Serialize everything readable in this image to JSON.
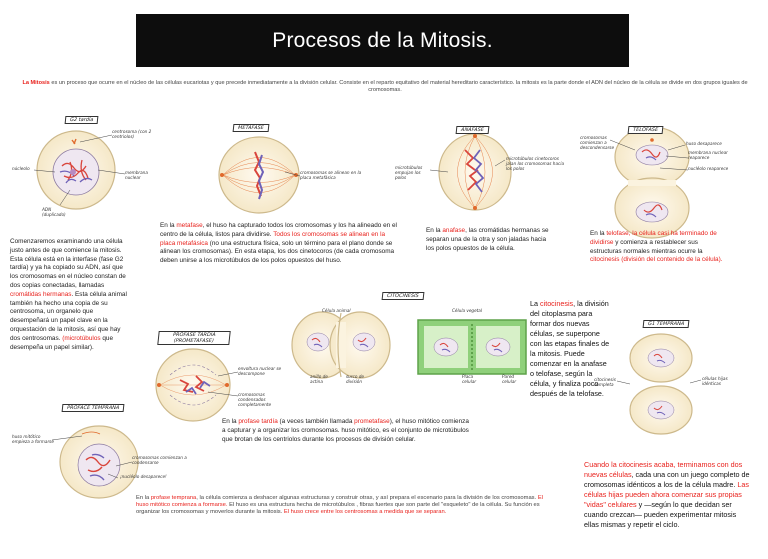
{
  "title": "Procesos de la Mitosis.",
  "intro": {
    "term": "La Mitosis",
    "rest": " es un proceso que ocurre en el núcleo de las células eucariotas y que precede inmediatamente a la división celular. Consiste en el reparto equitativo del material hereditario característico. la mitosis es la parte donde el ADN del núcleo de la célula se divide en dos grupos iguales de cromosomas."
  },
  "diagrams": {
    "g2": {
      "tag": "G2 tardía",
      "labels": [
        "centrosoma (con 2 centriolos)",
        "núcleolo",
        "membrana nuclear",
        "ADN (duplicado)"
      ]
    },
    "metafase": {
      "tag": "METAFASE",
      "labels": [
        "cromosomas se alinean en la placa metafásica"
      ]
    },
    "anafase": {
      "tag": "ANAFASE",
      "labels": [
        "microtúbulos empujan los polos",
        "microtúbulos cinetocoros jalan los cromosomas hacia los polos"
      ]
    },
    "telofase": {
      "tag": "TELOFASE",
      "labels": [
        "cromosomas comienzan a descondensarse",
        "huso desaparece",
        "membrana nuclear reaparece",
        "nucléolo reaparece"
      ]
    },
    "citocinesis": {
      "tag": "CITOCINESIS",
      "labels": [
        "Célula animal",
        "Célula vegetal",
        "anillo de actina",
        "surco de división",
        "Placa celular",
        "Pared celular"
      ]
    },
    "g1": {
      "tag": "G1 TEMPRANA",
      "labels": [
        "citocinesis completa",
        "células hijas idénticas"
      ]
    },
    "profase_tardia": {
      "tag": "PROFASE TARDÍA (PROMETAFASE)",
      "labels": [
        "envoltura nuclear se descompone",
        "cromosomas condensados completamente"
      ]
    },
    "profase_temprana": {
      "tag": "PROFACE TEMPRANA",
      "labels": [
        "huso mitótico empieza a formarse",
        "cromosomas comienzan a condensarse",
        "¡nucléolo desaparece!"
      ]
    }
  },
  "texts": {
    "g2": "Comenzaremos examinando una célula justo antes de que comience la mitosis. Esta célula está en la interfase (fase G2 tardía) y ya ha copiado su ADN, así que los cromosomas en el núcleo constan de dos copias conectadas, llamadas ",
    "g2_red": "cromátidas hermanas",
    "g2_rest": ". Esta célula animal también ha hecho una copia de su centrosoma, un organelo que desempeñará un papel clave en la orquestación de la mitosis, así que hay dos centrosomas. ",
    "g2_red2": "(microtúbulos",
    "g2_end": " que desempeña un papel similar).",
    "metafase_a": "En la ",
    "metafase_red": "metafase",
    "metafase_b": ", el huso ha capturado todos los cromosomas y los ha alineado en el centro de la célula, listos para dividirse.",
    "metafase_red2": "Todos los cromosomas se alinean en la placa metafásica",
    "metafase_c": " (no una estructura física, solo un término para el plano donde se alinean los cromosomas). En esta etapa, los dos cinetocoros (de cada cromosoma deben unirse a los microtúbulos de los polos opuestos del huso.",
    "anafase_a": "En la ",
    "anafase_red": "anafase",
    "anafase_b": ", las cromátidas hermanas se separan una de la otra y son jaladas hacia los polos opuestos de la célula.",
    "telofase_a": "En la ",
    "telofase_red": "telofase, la célula casi ha terminado de dividirse",
    "telofase_b": " y comienza a restablecer sus estructuras normales mientras ocurre la ",
    "telofase_red2": "citocinesis (división del contenido de la célula).",
    "cito_a": "La ",
    "cito_red": "citocinesis",
    "cito_b": ", la división del citoplasma para formar dos nuevas células, se superpone con las etapas finales de la mitosis. Puede comenzar en la anafase o telofase, según la célula, y finaliza poco después de la telofase.",
    "prometafase_a": "En la ",
    "prometafase_red": "profase tardía",
    "prometafase_b": " (a veces también llamada ",
    "prometafase_red2": "prometafase",
    "prometafase_c": "), el huso mitótico comienza a capturar y a organizar los cromosomas. huso mitótico, es el conjunto de microtúbulos que brotan de los centriolos durante los procesos de división celular.",
    "g1_red": "Cuando la citocinesis acaba, terminamos con dos nuevas células",
    "g1_b": ", cada una con un juego completo de cromosomas idénticos a los de la célula madre. ",
    "g1_red2": "Las células hijas pueden ahora comenzar sus propias \"vidas\" celulares",
    "g1_c": " y —según lo que decidan ser cuando crezcan— pueden experimentar mitosis ellas mismas y repetir el ciclo.",
    "profase_a": "En la ",
    "profase_red": "profase temprana",
    "profase_b": ", la célula comienza a deshacer algunas estructuras y construir otras, y así prepara el escenario para la división de los cromosomas. ",
    "profase_red2": "El huso mitótico comienza a formarse.",
    "profase_c": " El huso es una estructura hecha de microtúbulos , fibras fuertes que son parte del \"esqueleto\" de la célula. Su función es organizar los cromosomas y moverlos durante la mitosis. ",
    "profase_red3": "El huso crece entre los centrosomas a medida que se separan."
  },
  "colors": {
    "accent_red": "#e8211c",
    "title_bg": "#0d0d0d",
    "cell_fill": "#fbf3df",
    "chrom_red": "#d9453c",
    "chrom_blue": "#6f62b8",
    "spindle": "#e06a2c",
    "plant_green": "#7cc46c"
  }
}
